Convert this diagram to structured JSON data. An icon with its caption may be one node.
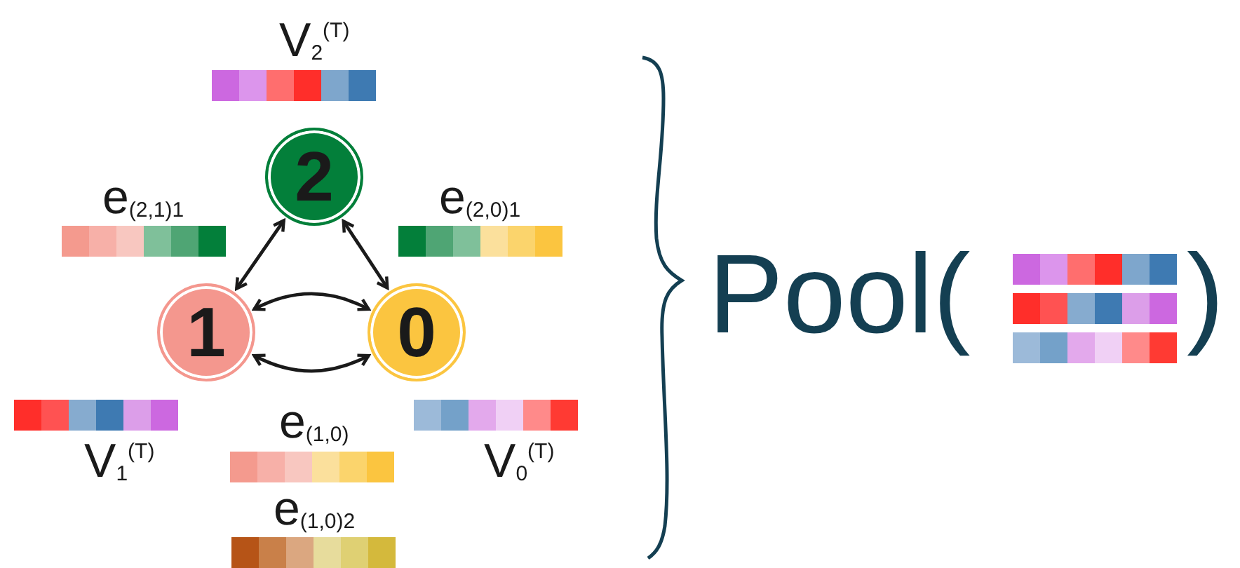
{
  "diagram": {
    "nodes": [
      {
        "text": [
          "2"
        ],
        "beside": [
          "V$_{2}$$^{(T)}$"
        ]
      },
      {
        "text": [
          "1"
        ],
        "beside": [
          "V$_{1}$$^{(T)}$"
        ]
      },
      {
        "text": [
          "0"
        ],
        "beside": [
          "V$_{0}$$^{(T)}$"
        ]
      }
    ],
    "edges": [
      {
        "from": 1,
        "to": 0,
        "arrow": "both",
        "label": "e$_{(2,1)}$$_{1}$"
      },
      {
        "from": 0,
        "to": 2,
        "arrow": "both",
        "label": "e$_{(2,0)}$$_{1}$"
      },
      {
        "from": 1,
        "to": 2,
        "arrow": "both",
        "label": "e$_{(1,0)}$"
      },
      {
        "from": 1,
        "to": 2,
        "arrow": "both",
        "label": "e$_{(1,0)}$$_{2}$"
      }
    ],
    "labels": [
      "Pool(",
      ")"
    ]
  }
}
